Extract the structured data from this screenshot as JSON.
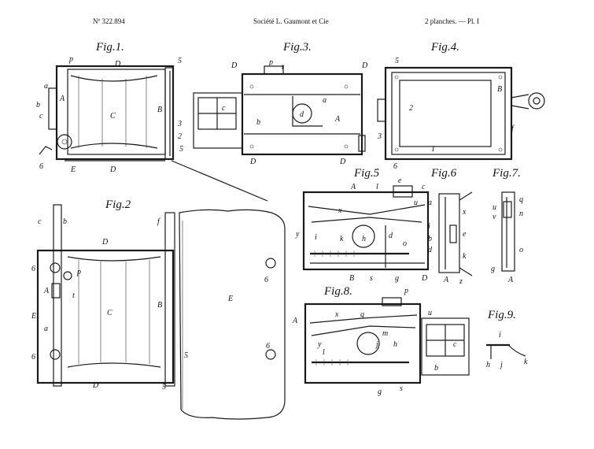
{
  "header": {
    "patent_no": "Nº 322.894",
    "company": "Société L. Gaumont et Cie",
    "plates": "2 planches. — Pl. I"
  },
  "figures": {
    "fig1": "Fig.1.",
    "fig2": "Fig.2",
    "fig3": "Fig.3.",
    "fig4": "Fig.4.",
    "fig5": "Fig.5",
    "fig6": "Fig.6",
    "fig7": "Fig.7.",
    "fig8": "Fig.8.",
    "fig9": "Fig.9."
  },
  "labels": {
    "fig1": [
      "p",
      "D",
      "5",
      "a",
      "A",
      "b",
      "c",
      "C",
      "B",
      "3",
      "2",
      "5",
      "6",
      "E",
      "D"
    ],
    "fig2": [
      "c",
      "b",
      "D",
      "f",
      "6",
      "p",
      "A",
      "t",
      "C",
      "B",
      "E",
      "E'",
      "a",
      "6",
      "5",
      "D",
      "5",
      "6",
      "6"
    ],
    "fig3": [
      "D",
      "p",
      "t",
      "D",
      "c",
      "a",
      "b",
      "A",
      "d",
      "D",
      "D"
    ],
    "fig4": [
      "5",
      "B",
      "2",
      "3",
      "1",
      "6",
      "f"
    ],
    "fig5": [
      "A",
      "l",
      "e",
      "c",
      "u",
      "x",
      "y",
      "i",
      "k",
      "h",
      "d",
      "o",
      "g",
      "s",
      "B",
      "D"
    ],
    "fig6": [
      "a",
      "x",
      "i",
      "e",
      "b",
      "d",
      "k",
      "A",
      "z"
    ],
    "fig7": [
      "u",
      "v",
      "q",
      "n",
      "o",
      "g",
      "A"
    ],
    "fig8": [
      "A",
      "x",
      "q",
      "p",
      "u",
      "m",
      "y",
      "j",
      "h",
      "l",
      "g",
      "s",
      "c",
      "b"
    ],
    "fig9": [
      "i",
      "h",
      "j",
      "k"
    ]
  }
}
